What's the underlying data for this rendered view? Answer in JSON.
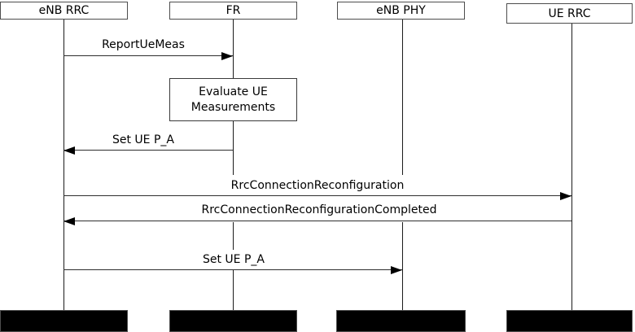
{
  "diagram": {
    "type": "sequence-diagram",
    "participants": [
      {
        "name": "eNB RRC"
      },
      {
        "name": "FR"
      },
      {
        "name": "eNB PHY"
      },
      {
        "name": "UE RRC"
      }
    ],
    "action_box": {
      "owner": "FR",
      "lines": [
        "Evaluate UE",
        "Measurements"
      ]
    },
    "messages": [
      {
        "label": "ReportUeMeas",
        "from": "eNB RRC",
        "to": "FR",
        "direction": "right"
      },
      {
        "label": "Set UE P_A",
        "from": "FR",
        "to": "eNB RRC",
        "direction": "left"
      },
      {
        "label": "RrcConnectionReconfiguration",
        "from": "eNB RRC",
        "to": "UE RRC",
        "direction": "right"
      },
      {
        "label": "RrcConnectionReconfigurationCompleted",
        "from": "UE RRC",
        "to": "eNB RRC",
        "direction": "left"
      },
      {
        "label": "Set UE P_A",
        "from": "eNB RRC",
        "to": "eNB PHY",
        "direction": "right"
      }
    ],
    "colors": {
      "background": "#ffffff",
      "box_border": "#4d4d4d",
      "line": "#1c1c1c",
      "arrow": "#000000",
      "footer_fill": "#000000",
      "text": "#000000"
    }
  }
}
